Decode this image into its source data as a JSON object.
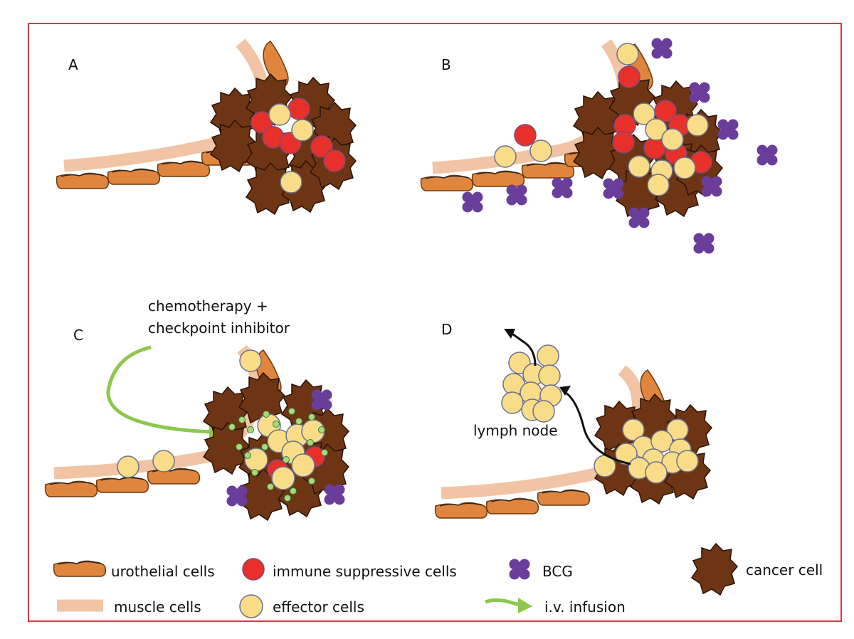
{
  "panels": {
    "a": {
      "label": "A"
    },
    "b": {
      "label": "B"
    },
    "c": {
      "label": "C",
      "annotation_line1": "chemotherapy +",
      "annotation_line2": "checkpoint inhibitor"
    },
    "d": {
      "label": "D",
      "annotation": "lymph node"
    }
  },
  "legend": {
    "urothelial": "urothelial cells",
    "immune_suppressive": "immune suppressive cells",
    "bcg": "BCG",
    "cancer": "cancer cell",
    "muscle": "muscle cells",
    "effector": "effector cells",
    "infusion": "i.v. infusion"
  },
  "colors": {
    "frame": "#d63a3a",
    "muscle": "#f0c4a4",
    "urothelial": "#e0853e",
    "cancer": "#6e3515",
    "suppressive": "#e8302a",
    "effector": "#f8dc88",
    "bcg": "#6a3d9a",
    "infusion": "#8cc84b",
    "drug": "#a8d878"
  }
}
